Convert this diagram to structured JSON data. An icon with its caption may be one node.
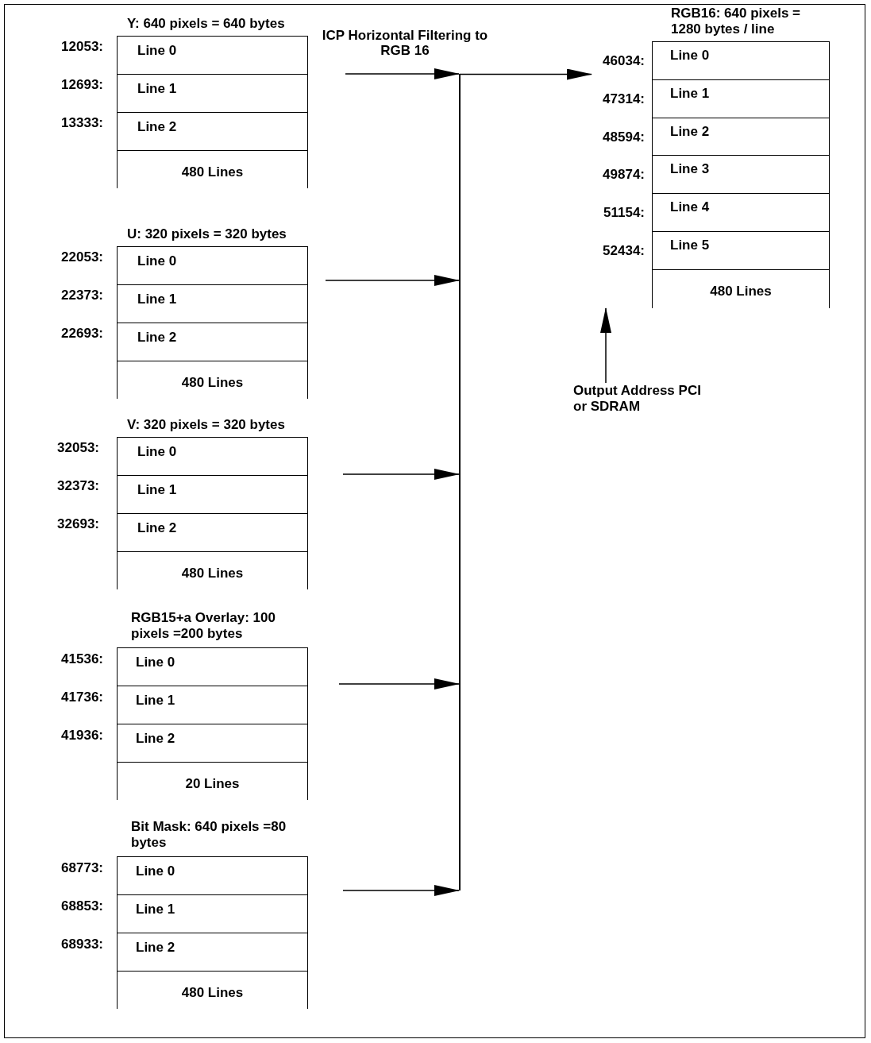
{
  "diagram": {
    "nodes": [
      {
        "text": [
          "Y: 640 pixels = 640 bytes"
        ]
      },
      {
        "text": [
          "Line 0"
        ],
        "in": 0,
        "beside": [
          "12053:"
        ]
      },
      {
        "text": [
          "Line 1"
        ],
        "in": 0,
        "beside": [
          "12693:"
        ]
      },
      {
        "text": [
          "Line 2"
        ],
        "in": 0,
        "beside": [
          "13333:"
        ]
      },
      {
        "text": [
          "480 Lines"
        ],
        "in": 0
      },
      {
        "text": [
          "RGB16: 640 pixels = 1280 bytes / line"
        ]
      },
      {
        "text": [
          "Line 0"
        ],
        "in": 5,
        "beside": [
          "46034:"
        ]
      },
      {
        "text": [
          "Line 1"
        ],
        "in": 5,
        "beside": [
          "47314:"
        ]
      },
      {
        "text": [
          "Line 2"
        ],
        "in": 5,
        "beside": [
          "48594:"
        ]
      },
      {
        "text": [
          "Line 3"
        ],
        "in": 5,
        "beside": [
          "49874:"
        ]
      },
      {
        "text": [
          "Line 4"
        ],
        "in": 5,
        "beside": [
          "51154:"
        ]
      },
      {
        "text": [
          "Line 5"
        ],
        "in": 5,
        "beside": [
          "52434:"
        ]
      },
      {
        "text": [
          "480 Lines"
        ],
        "in": 5
      },
      {
        "text": [
          "U: 320 pixels = 320 bytes"
        ]
      },
      {
        "text": [
          "Line 0"
        ],
        "in": 13,
        "beside": [
          "22053:"
        ]
      },
      {
        "text": [
          "Line 1"
        ],
        "in": 13,
        "beside": [
          "22373:"
        ]
      },
      {
        "text": [
          "Line 2"
        ],
        "in": 13,
        "beside": [
          "22693:"
        ]
      },
      {
        "text": [
          "480 Lines"
        ],
        "in": 13
      },
      {
        "text": [
          "Output Address PCI or SDRAM"
        ]
      },
      {
        "text": [
          "V: 320 pixels = 320 bytes"
        ]
      },
      {
        "text": [
          "Line 0"
        ],
        "in": 19,
        "beside": [
          "32053:"
        ]
      },
      {
        "text": [
          "Line 1"
        ],
        "in": 19,
        "beside": [
          "32373:"
        ]
      },
      {
        "text": [
          "Line 2"
        ],
        "in": 19,
        "beside": [
          "32693:"
        ]
      },
      {
        "text": [
          "480 Lines"
        ],
        "in": 19
      },
      {
        "text": [
          "RGB15+a Overlay: 100 pixels =200 bytes"
        ]
      },
      {
        "text": [
          "Line 0"
        ],
        "in": 24,
        "beside": [
          "41536:"
        ]
      },
      {
        "text": [
          "Line 1"
        ],
        "in": 24,
        "beside": [
          "41736:"
        ]
      },
      {
        "text": [
          "Line 2"
        ],
        "in": 24,
        "beside": [
          "41936:"
        ]
      },
      {
        "text": [
          "20 Lines"
        ],
        "in": 24
      },
      {
        "text": [
          "Bit Mask: 640 pixels =80 bytes"
        ]
      },
      {
        "text": [
          "Line 0"
        ],
        "in": 29,
        "beside": [
          "68773:"
        ]
      },
      {
        "text": [
          "Line 1"
        ],
        "in": 29,
        "beside": [
          "68853:"
        ]
      },
      {
        "text": [
          "Line 2"
        ],
        "in": 29,
        "beside": [
          "68933:"
        ]
      },
      {
        "text": [
          "480 Lines"
        ],
        "in": 29
      },
      {
        "text": [],
        "shape": "bar"
      }
    ],
    "edges": [
      {
        "from": 0,
        "to": 34,
        "arrow": "to",
        "label": "ICP Horizontal Filtering to RGB 16"
      },
      {
        "from": 13,
        "to": 34,
        "arrow": "to"
      },
      {
        "from": 19,
        "to": 34,
        "arrow": "to"
      },
      {
        "from": 24,
        "to": 34,
        "arrow": "to"
      },
      {
        "from": 29,
        "to": 34,
        "arrow": "to"
      },
      {
        "from": 34,
        "to": 5,
        "arrow": "to"
      },
      {
        "from": 18,
        "to": 5,
        "arrow": "to"
      }
    ]
  }
}
